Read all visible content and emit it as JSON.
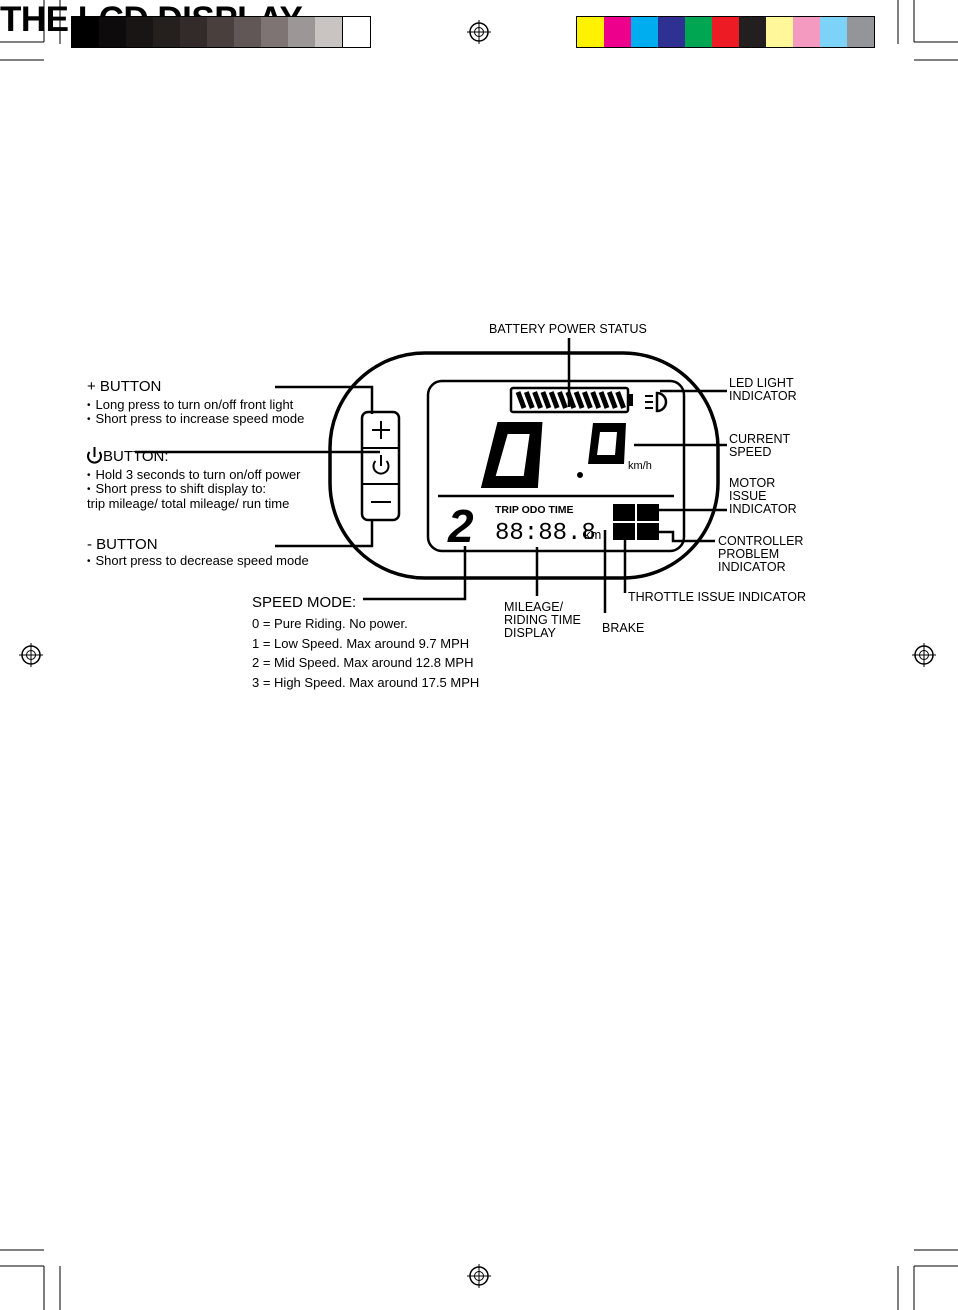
{
  "title": "THE LCD DISPLAY",
  "color_bars": {
    "grays": [
      "#000000",
      "#0d0b0b",
      "#191515",
      "#251f1e",
      "#332b29",
      "#493f3d",
      "#615756",
      "#7d7473",
      "#9c9796",
      "#c9c3c2",
      "#ffffff"
    ],
    "process": [
      "#fff200",
      "#ec008c",
      "#00aeef",
      "#2e3192",
      "#00a651",
      "#ed1c24",
      "#231f20",
      "#fff799",
      "#f49ac1",
      "#7dd3f7",
      "#939598"
    ]
  },
  "callouts": {
    "battery": "BATTERY POWER STATUS",
    "led_light": [
      "LED LIGHT",
      "INDICATOR"
    ],
    "current_speed": [
      "CURRENT",
      "SPEED"
    ],
    "motor_issue": [
      "MOTOR",
      "ISSUE",
      "INDICATOR"
    ],
    "controller_problem": [
      "CONTROLLER",
      "PROBLEM",
      "INDICATOR"
    ],
    "throttle_issue": "THROTTLE ISSUE INDICATOR",
    "brake": "BRAKE",
    "mileage": [
      "MILEAGE/",
      "RIDING TIME",
      "DISPLAY"
    ]
  },
  "plus_button": {
    "heading": "+ BUTTON",
    "items": [
      "Long press to turn on/off front light",
      "Short press to increase speed mode"
    ]
  },
  "power_button": {
    "heading": "BUTTON:",
    "items": [
      "Hold 3 seconds to turn on/off power",
      "Short press to shift display to:"
    ],
    "note": "trip mileage/ total mileage/ run time"
  },
  "minus_button": {
    "heading": "- BUTTON",
    "items": [
      "Short press to decrease speed mode"
    ]
  },
  "speed_mode": {
    "heading": "SPEED MODE:",
    "modes": [
      "0 = Pure Riding. No power.",
      "1 = Low Speed. Max around 9.7 MPH",
      "2 = Mid Speed. Max around 12.8 MPH",
      "3 = High Speed. Max around 17.5 MPH"
    ]
  },
  "lcd": {
    "speed_digits": "0",
    "speed_decimal": "0",
    "speed_unit": "km/h",
    "mode_digit": "2",
    "trip_labels": "TRIP ODO TIME",
    "odometer": "88:88.8",
    "odometer_unit": "km"
  }
}
